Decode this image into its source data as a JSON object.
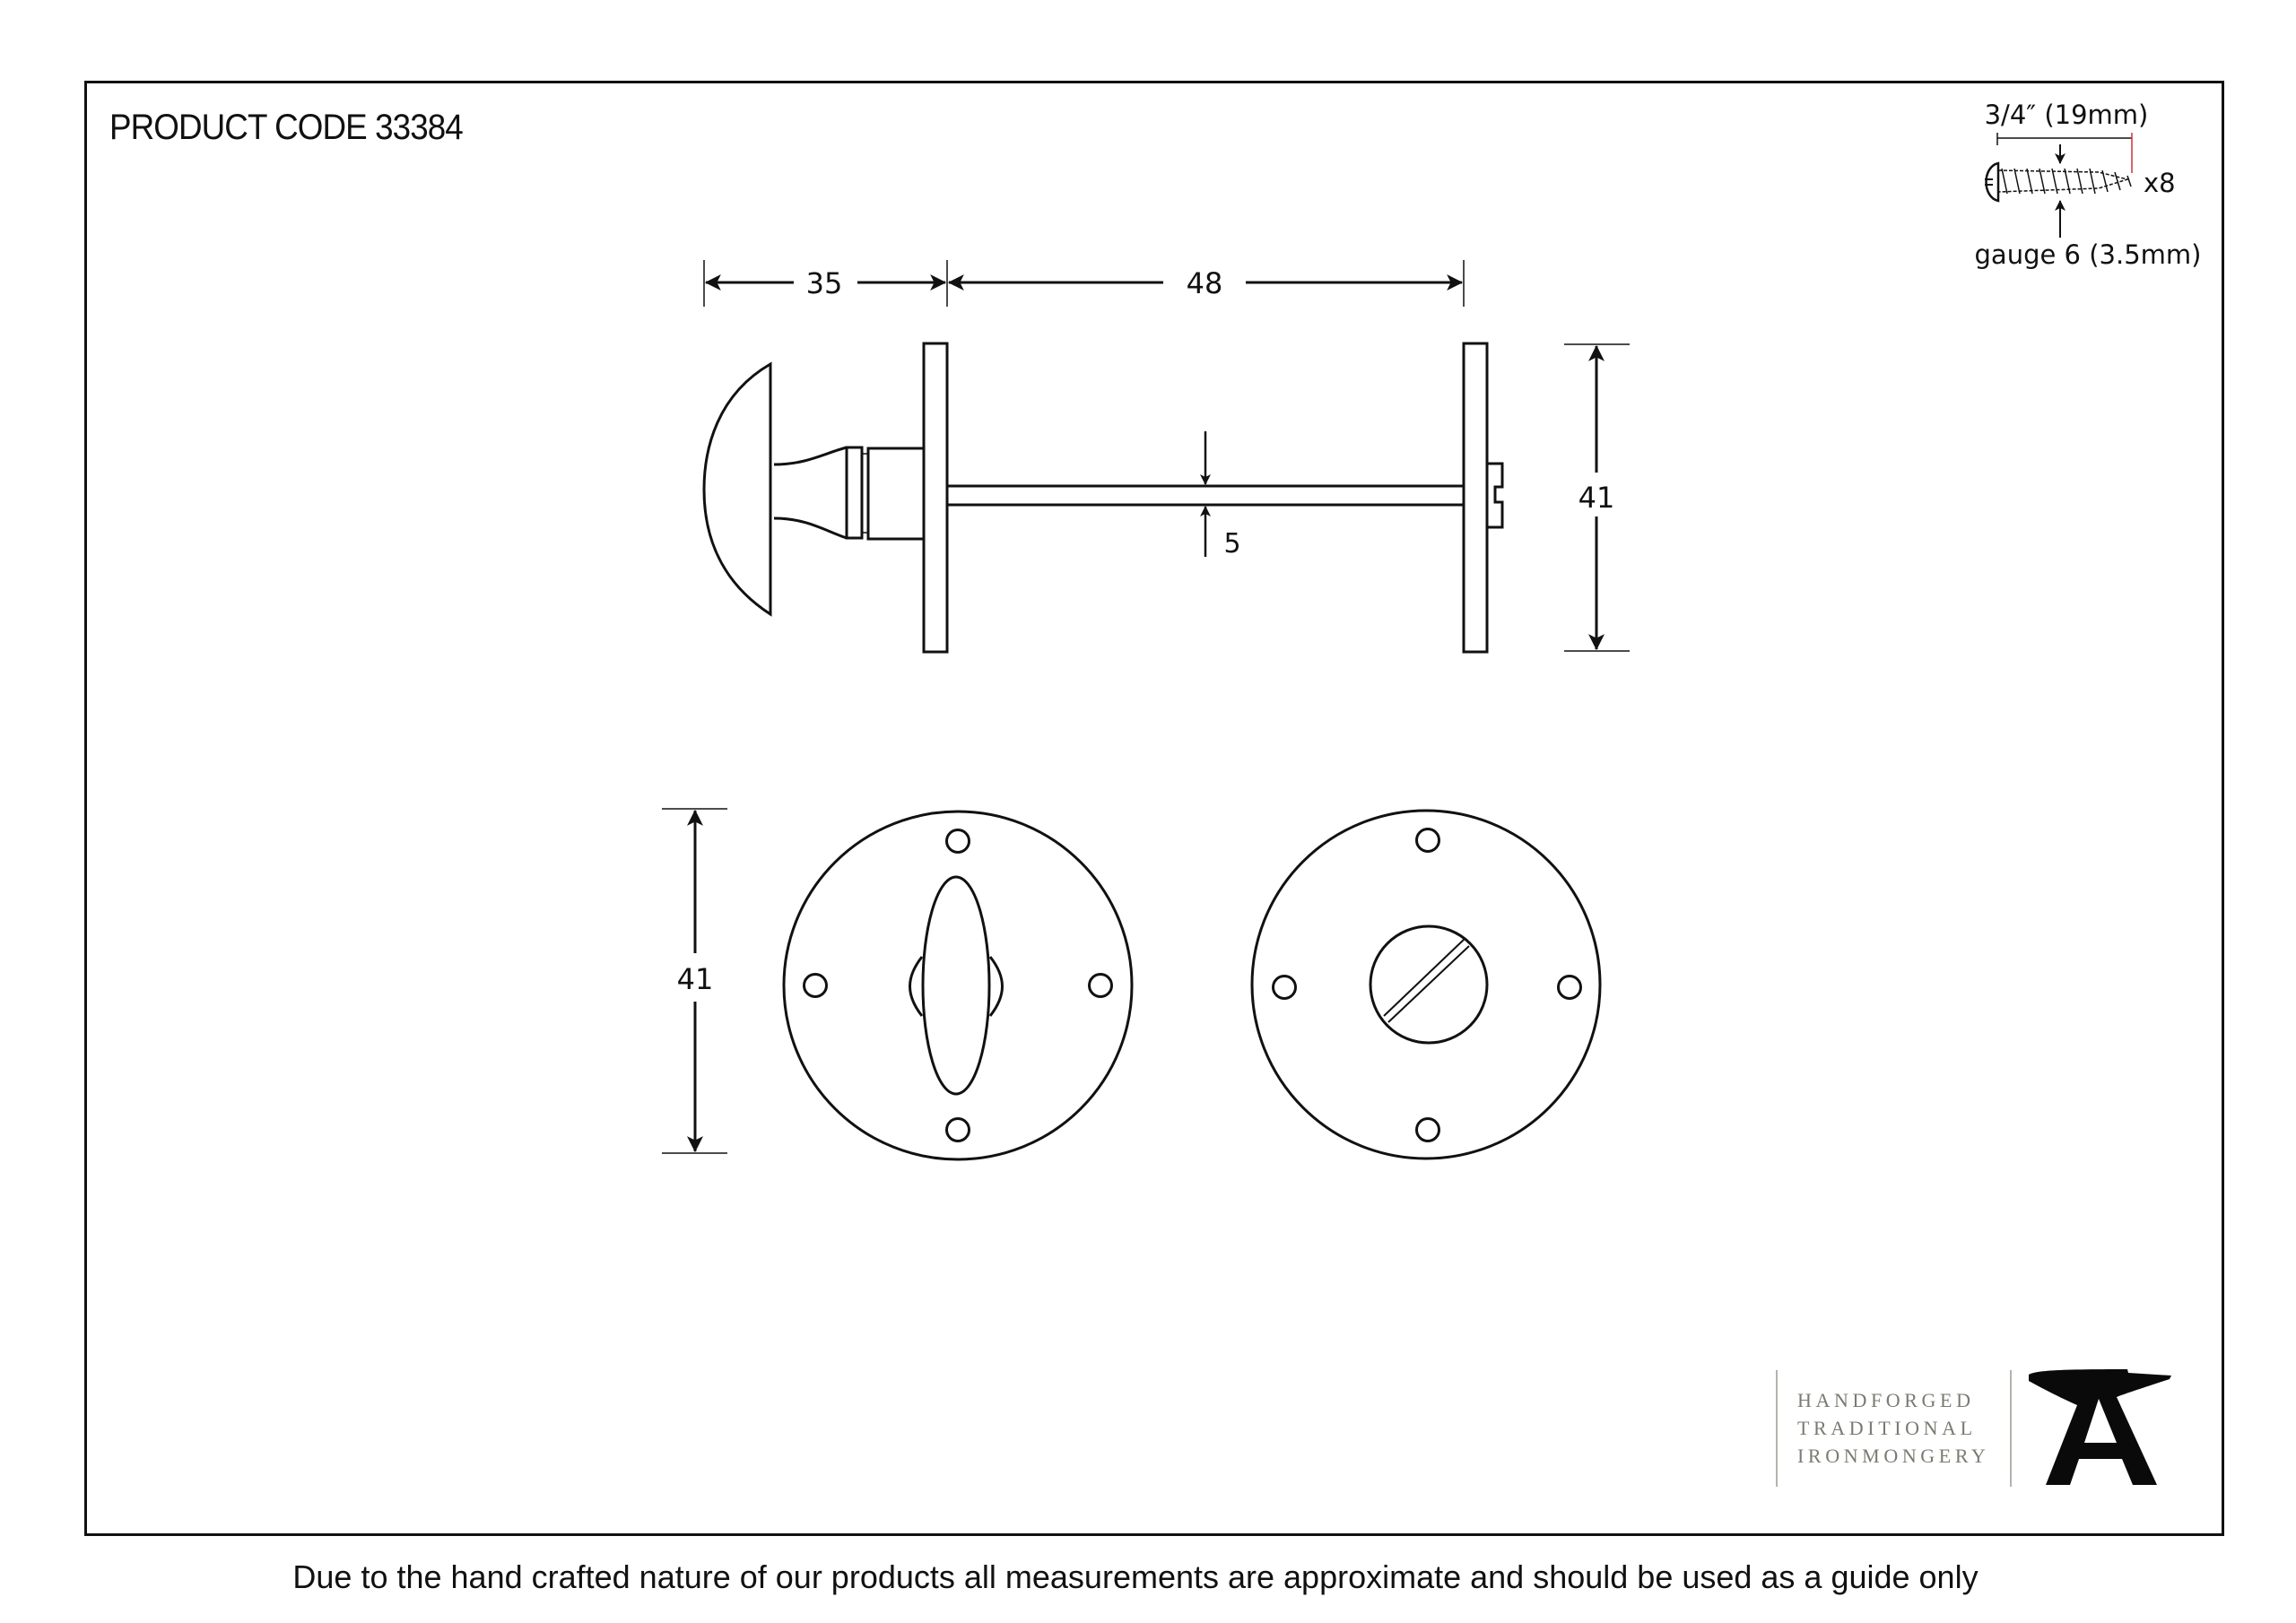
{
  "header": {
    "product_code_label": "PRODUCT CODE 33384"
  },
  "side_view": {
    "dimensions": {
      "knob_length": "35",
      "spindle_length": "48",
      "spindle_diameter": "5",
      "rose_height": "41"
    }
  },
  "front_view": {
    "dimensions": {
      "rose_diameter": "41"
    }
  },
  "fixings": {
    "screw_length": "3/4″ (19mm)",
    "screw_quantity": "x8",
    "screw_gauge": "gauge 6 (3.5mm)"
  },
  "brand": {
    "line1": "HANDFORGED",
    "line2": "TRADITIONAL",
    "line3": "IRONMONGERY",
    "text_color": "#7a7a72"
  },
  "footer": {
    "disclaimer": "Due to the hand crafted nature of our products all measurements are approximate and should be used as a guide only"
  },
  "colors": {
    "line": "#111111",
    "screw_tick": "#d0303a",
    "background": "#ffffff"
  }
}
